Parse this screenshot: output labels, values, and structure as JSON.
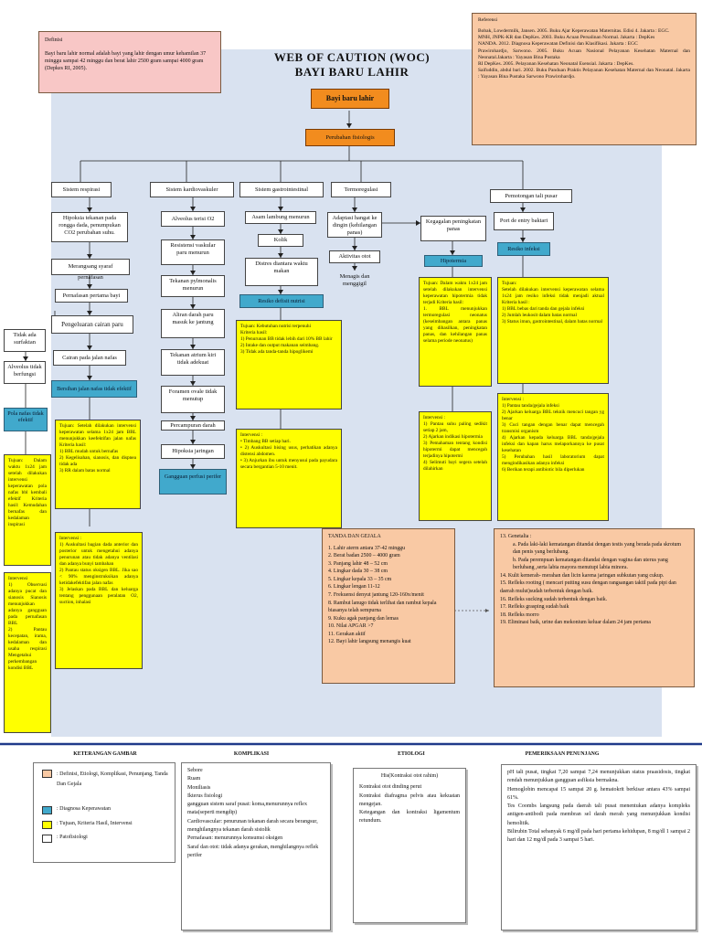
{
  "header": {
    "title_line1": "WEB OF CAUTION (WOC)",
    "title_line2": "BAYI BARU LAHIR"
  },
  "definisi": {
    "label": "Definisi",
    "text": "Bayi baru lahir normal adalah bayi yang lahir dengan umur kehamilan 37 minggu sampai 42 minggu dan berat lahir 2500 gram sampai 4000 gram (Depkes RI, 2005)."
  },
  "referensi": {
    "label": "Referensi",
    "text": "Bobak, Lowdermilk, Jansen. 2005. Buku Ajar Keperawatan Maternitas. Edisi 4. Jakarta : EGC.\nMNH, JNPK-KR dan DepKes. 2003. Buku Acuan Persalinan Normal. Jakarta : DepKes\nNANDA. 2012. Diagnosa Keperawatan Definisi dan Klasifikasi. Jakarta : EGC\nPrawirohardjo, Sarwono. 2005. Buku Acuan Nasional Pelayanan Kesehatan Maternal dan Neonatal.Jakarta : Yayasan Bina Pustaka\nRI DepKes. 2005. Pelayanan Kesehatan Neonatal Esensial. Jakarta : DepKes.\nSaifuddin, abdul bari. 2002. Buku Panduan Praktis Pelayanan Kesehatan Maternal dan Neonatal. Jakarta : Yayasan Bina Pustaka Sarwono Prawirohardjo."
  },
  "nodes": {
    "bayi": "Bayi baru lahir",
    "perubahan": "Perubahan fisiologis",
    "respirasi": "Sistem respirasi",
    "kardio": "Sistem kardiovaskuler",
    "gastro": "Sistem gastrointestinal",
    "termo": "Termoregulasi",
    "tali": "Pemotongan tali pusar",
    "hipoksia": "Hipoksia tekanan pada rongga dada, penumpukan CO2 perubahan suhu.",
    "merangsang": "Merangsang syaraf pernafasan",
    "pernafasan": "Pernafasan pertama bayi",
    "pengeluaran": "Pengeluaran cairan paru",
    "cairan": "Cairan pada jalan nafas",
    "tidak_surfaktan": "Tidak ada surfaktan",
    "alveolus_tidak": "Alveolus tidak berfungsi",
    "alveolus_terisi": "Alveolus terisi O2",
    "resistensi": "Resistensi vaskular paru menurun",
    "tekanan_pulmo": "Tekanan pylmonalis menurun",
    "aliran": "Aliran darah paru masuk ke jantung",
    "tekanan_atrium": "Tekanan atrium kiri tidak adekuat",
    "foramen": "Foramen ovale tidak menutup",
    "percampuran": "Percampuran darah",
    "hipoksia_jaringan": "Hipoksia jaringan",
    "asam": "Asam lambung menurun",
    "kolik": "Kolik",
    "distres": "Distres diantara waktu makan",
    "adaptasi": "Adaptasi hangat ke dingin (kehilangan panas)",
    "aktivitas": "Aktivitas otot",
    "menagis": "Menagis dan menggigil",
    "kegagalan": "Kegagalan peningkatan panas",
    "port": "Port de entry baktari"
  },
  "diagnosa": {
    "jalan_nafas": "Bersihan jalan nafas tidak efektif",
    "pola_nafas": "Pola nafas tidak efektif",
    "nutrisi": "Resiko defisit nutrisi",
    "perfusi": "Gangguan perfusi perifer",
    "hipotermia": "Hipotermia",
    "infeksi": "Resiko infeksi"
  },
  "tujuan": {
    "jalan_nafas": "Tujuan: Setelah dilakukan intervensi keperawatan selama 1x24 jam BBL menunjukkan keefektifan jalan nafas Kriteria hasil:\n1) BBL mudah untuk bernafas\n2) Kegelisahan, sianosis, dan dispnea tidak ada\n3) RR dalam batas normal",
    "pola_nafas": "Tujuan: Dalam waktu 1x24 jam setelah dilakukan intervensi keperawatan pola nafas bbl kembali efektif Kriteria hasil: Kemudahan bernafas dan kedalaman inspirasi",
    "nutrisi": "Tujuan: Kebutuhan nutrisi terpenuhi\nKriteria hasil:\n1) Penurunan BB tidak lebih dari 10% BB lahir\n2) Intake dan output makanan seimbang.\n3) Tidak ada tanda-tanda hipoglikemi",
    "hipotermia": "Tujuan: Dalam waktu 1x24 jam setelah dilakukan intervensi keperawatan hipotermia tidak terjadi Kriteria hasil:\n1. BBL menunjukkan termoregulasi neonatus (keseimbangan antara panas yang dihasilkan, peningkatan panas, dan kehilangan panas selama periode neonatus)",
    "infeksi": "Tujuan:\nSetelah dilakukan intervensi keperawatan selama 1x24 jam resiko infeksi tidak menjadi aktual Kriteria hasil :\n1) BBL bebas dari tanda dan gejala infeksi\n2) Jumlah leukosit dalam batas normal\n3) Status imun, gastrointestinal, dalam batas normal"
  },
  "intervensi": {
    "jalan_nafas": "Intervensi :\n1) Auskultasi bagian dada anterior dan posterior untuk mengetahui adanya penurunan atau tidak adanya ventilasi dan adanya bunyi tambahan\n2) Pantau status oksigen BBL. Jika sao < 90% menginstruksikan adanya ketidakefektifan jalan nafas\n3) Jelaskan pada BBL dan keluarga tentang penggunaan peralatan O2, suction, inhalasi",
    "pola_nafas": "Intervensi\n1) Observasi adanya pucat dan sianosis Sianosis menunjukkan adanya gangguan pada pernafasan BBL\n2) Pantau kecepatan, irama, kedalaman dan usaha respirasi Mengetahui perkembangan kondisi BBL",
    "nutrisi": "Intervensi :\n• Timbang BB setiap hari.\n• 2) Auskultasi bising usus, perhatikan adanya distensi abdomen.\n• 3) Anjurkan ibu untuk menyusui pada payudara secara bergantian 5-10 menit.",
    "hipotermia": "Intervensi :\n1) Pantau suhu paling sedikit setiap 2 jam,\n2) Ajarkan indikasi hipotermia\n3) Pemahaman tentang kondisi hipotermi dapat mencegah terjadinya hipotermi\n4) Selimuti bayi segera setelah dilahirkan",
    "infeksi": "Intervensi :\n1) Pantau tanda/gejala infeksi\n2) Ajarkan keluarga BBL teknik mencuci tangan yg benar\n3) Cuci tangan dengan benar dapat mencegah transmisi organism\n4) Ajarkan kepada keluarga BBL tanda/gejala infeksi dan kapan harus melaporkannya ke pusat kesehatan\n5) Perubahan hasil laboratorium dapat mengindikasikan adanya infeksi\n6) Berikan terapi antibiotic bila diperlukan"
  },
  "tanda": {
    "label": "TANDA DAN GEJALA",
    "items": [
      "1. Lahir aterm antara 37-42 minggu",
      "2. Berat badan 2500 – 4000 gram",
      "3. Panjang lahir 48 – 52 cm",
      "4. Lingkar dada 30 – 38 cm",
      "5. Lingkar kepala 33 – 35 cm",
      "6. Lingkar lengan 11-12",
      "7. Frekuensi denyut jantung 120-160x/menit",
      "8. Rambut lanugo tidak terlihat dan rambut kepala biasanya telah sempurna",
      "9. Kuku agak panjang dan lemas",
      "10. Nilai APGAR >7",
      "11. Gerakan aktif",
      "12. Bayi lahir langsung menangis kuat"
    ],
    "items2": [
      "13. Genetalia :",
      "a. Pada laki-laki kematangan ditandai dengan testis yang berada pada skrotum dan penis yang berlubang.",
      "b. Pada perempuan kematangan ditandai dengan vagina dan uterus yang berlubang ,serta labia mayora menutupi labia minora.",
      "14. Kulit kemerah- merahan dan licin karena jaringan subkutan yang cukup.",
      "15. Refleks rooting ( mencari putting susu dengan rangsangan taktil pada pipi dan daerah mulut)sudah terbentuk dengan baik.",
      "16. Refleks sucking sudah terbentuk dengan baik.",
      "17. Refleks grasping sudah baik",
      "18. Refleks morro",
      "19. Eliminasi baik, urine dan mekonium keluar dalam 24 jam pertama"
    ]
  },
  "bottom": {
    "keterangan_label": "KETERANGAN GAMBAR",
    "komplikasi_label": "KOMPLIKASI",
    "etiologi_label": "ETIOLOGI",
    "pemeriksaan_label": "PEMERIKSAAN PENUNJANG",
    "legend": [
      {
        "color": "#f9c9a4",
        "text": ": Definisi, Etiologi, Komplikasi, Penunjang, Tanda Dan Gejala"
      },
      {
        "color": "#41a9cc",
        "text": ": Diagnosa Keperawatan"
      },
      {
        "color": "#ffff00",
        "text": ": Tujuan, Kriteria Hasil, Intervensi"
      },
      {
        "color": "#ffffff",
        "text": ": Patofisiologi"
      }
    ],
    "komplikasi": "Sebore\nRuam\nMoniliasis\nIkterus fisiologi\n gangguan sistem saraf pusat: koma,menurunnya reflex mata(seperti mengdip)\n Cardiovascular: penurunan tekanan darah secara berangsur, menghilangnya tekanan darah sistolik\nPernafasan: menurunnya konsumsi oksigen\n Saraf dan otot: tidak adanya gerakan, menghilangnya reflek perifer",
    "etiologi_title": "His(Kontraksi otot rahim)",
    "etiologi": "Kontraksi otot dinding perut\nKontraksi diafragma pelvis atau kekuatan mengejan.\nKetegangan dan kontraksi ligamentum retundum.",
    "pemeriksaan": "pH tali pusat, tingkat 7,20 sampai 7,24 menunjukkan status praasidosis, tingkat rendah menunjukkan gangguan asfiksia bermakna.\nHemoglobin mencapai 15 sampai 20 g. hematokrit berkisar antara 43% sampai 61%.\nTes Coombs langsung pada daerah tali pusat menentukan adanya kompleks antigen-antibodi pada membran sel darah merah yang menunjukkan kondisi hemolitik.\nBilirubin Total sebanyak 6 mg/dl pada hari pertama kehidupan, 8 mg/dl 1 sampai 2 hari dan 12 mg/dl pada 3 sampai 5 hari."
  },
  "colors": {
    "panel": "#d9e2f0",
    "diagnosa": "#41a9cc",
    "kriteria": "#ffff00",
    "definisi": "#f8c7c6",
    "info": "#f9c9a4",
    "bayi_box": "#f28c1e",
    "divider": "#1f3a8a"
  }
}
